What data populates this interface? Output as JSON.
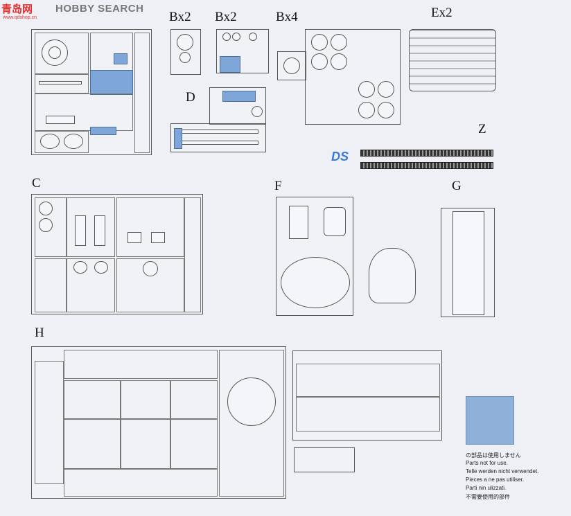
{
  "watermark": {
    "logo": "青岛网",
    "text": "HOBBY SEARCH",
    "url": "www.qdshop.cn"
  },
  "sprues": {
    "a": {
      "label": ""
    },
    "b1": {
      "label": "Bx2"
    },
    "b2": {
      "label": "Bx2"
    },
    "b3": {
      "label": "Bx4"
    },
    "e": {
      "label": "Ex2"
    },
    "d": {
      "label": "D"
    },
    "z": {
      "label": "Z"
    },
    "c": {
      "label": "C"
    },
    "f": {
      "label": "F"
    },
    "g": {
      "label": "G"
    },
    "h": {
      "label": "H"
    },
    "ds": {
      "label": "DS"
    }
  },
  "legend": {
    "lines": [
      "の部品は使用しません",
      "Parts not for use.",
      "Telle werden nicht verwendet.",
      "Pieces a ne pas utiliser.",
      "Parti nin ulizzati.",
      "不需要使用的部件"
    ],
    "swatch_color": "#8fb0d8"
  },
  "colors": {
    "unused_parts": "#7ea6d9",
    "line": "#555555"
  }
}
